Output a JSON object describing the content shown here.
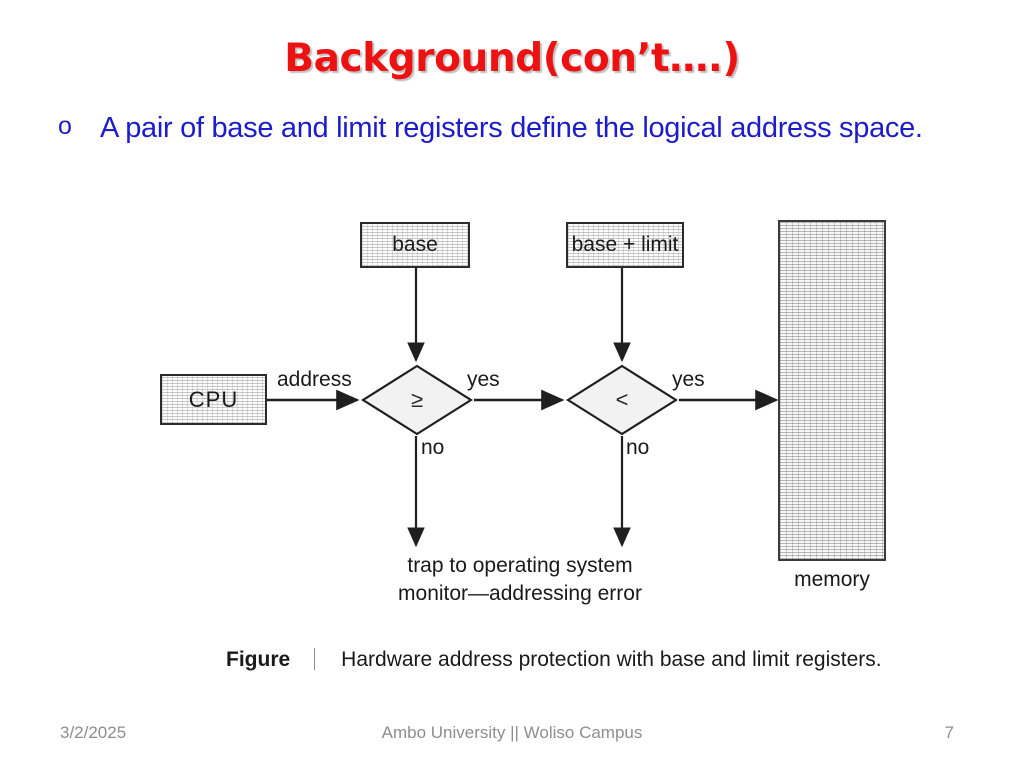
{
  "slide": {
    "title": "Background(con’t….)",
    "title_color": "#ee1111",
    "body_color": "#1c1cc8"
  },
  "bullets": [
    {
      "marker": "o",
      "text": "A pair of base and limit registers define the logical address space."
    }
  ],
  "figure": {
    "caption_word": "Figure",
    "caption_text": "Hardware address protection with base and limit registers.",
    "nodes": {
      "base": "base",
      "base_limit": "base + limit",
      "cpu": "CPU",
      "memory": "memory",
      "decision_base": "≥",
      "decision_limit": "<"
    },
    "edges": {
      "address": "address",
      "yes_base": "yes",
      "yes_limit": "yes",
      "no_base": "no",
      "no_limit": "no"
    },
    "trap_line_1": "trap to operating system",
    "trap_line_2": "monitor—addressing error"
  },
  "footer": {
    "date": "3/2/2025",
    "organization": "Ambo University || Woliso Campus",
    "page_number": "7"
  }
}
